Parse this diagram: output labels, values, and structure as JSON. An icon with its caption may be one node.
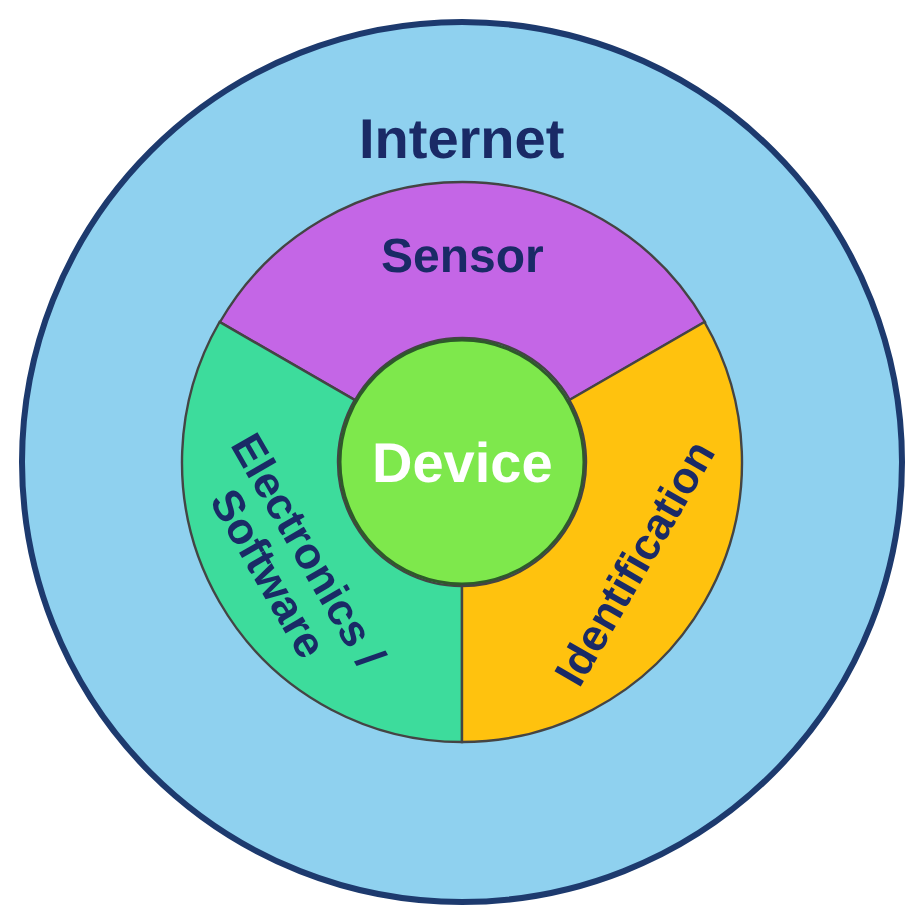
{
  "diagram": {
    "nodes": [
      {
        "text": [
          "Internet"
        ]
      },
      {
        "text": [
          "Sensor"
        ],
        "in": 0
      },
      {
        "text": [
          "Electronics / Software"
        ],
        "in": 0
      },
      {
        "text": [
          "Device"
        ],
        "in": 0
      },
      {
        "text": [
          "Identification"
        ],
        "in": 0
      }
    ]
  }
}
